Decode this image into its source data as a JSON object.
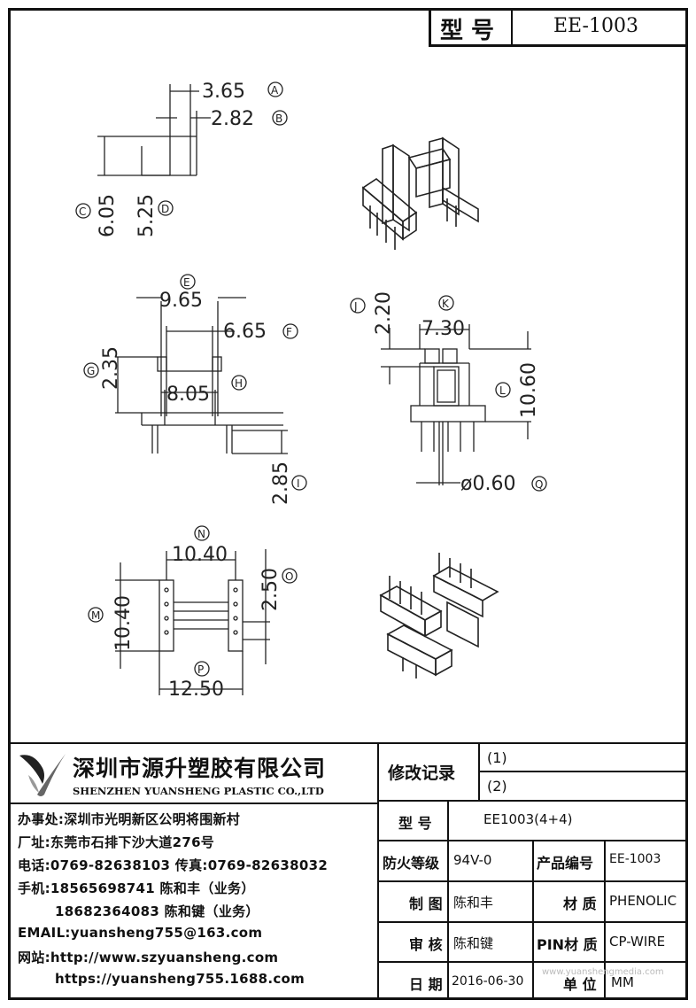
{
  "header": {
    "model_label": "型 号",
    "model_value": "EE-1003"
  },
  "dimensions": {
    "a": "3.65",
    "b": "2.82",
    "c": "6.05",
    "d": "5.25",
    "e": "9.65",
    "f": "6.65",
    "g": "2.35",
    "h": "8.05",
    "i": "2.85",
    "j": "2.20",
    "k": "7.30",
    "l": "10.60",
    "q": "ø0.60",
    "m": "10.40",
    "n": "10.40",
    "o": "2.50",
    "p": "12.50"
  },
  "markers": {
    "a": "A",
    "b": "B",
    "c": "C",
    "d": "D",
    "e": "E",
    "f": "F",
    "g": "G",
    "h": "H",
    "i": "I",
    "j": "J",
    "k": "K",
    "l": "L",
    "m": "M",
    "n": "N",
    "o": "O",
    "p": "P",
    "q": "Q"
  },
  "company": {
    "name_cn": "深圳市源升塑胶有限公司",
    "name_en": "SHENZHEN YUANSHENG PLASTIC CO.,LTD",
    "office": "办事处:深圳市光明新区公明将围新村",
    "factory": "厂址:东莞市石排下沙大道276号",
    "phone_fax": "电话:0769-82638103 传真:0769-82638032",
    "mobile1": "手机:18565698741 陈和丰（业务）",
    "mobile2": "18682364083 陈和键（业务）",
    "email": "EMAIL:yuansheng755@163.com",
    "website_label": "网站:http://www.szyuansheng.com",
    "website2": "https://yuansheng755.1688.com"
  },
  "revision": {
    "label": "修改记录",
    "row1": "(1)",
    "row2": "(2)"
  },
  "spec": {
    "model_label": "型 号",
    "model_value": "EE1003(4+4)",
    "fire_label": "防火等级",
    "fire_value": "94V-0",
    "product_no_label": "产品编号",
    "product_no_value": "EE-1003",
    "draw_label": "制 图",
    "draw_value": "陈和丰",
    "material_label": "材 质",
    "material_value": "PHENOLIC",
    "review_label": "审 核",
    "review_value": "陈和键",
    "pin_label": "PIN材 质",
    "pin_value": "CP-WIRE",
    "date_label": "日 期",
    "date_value": "2016-06-30",
    "unit_label": "单 位",
    "unit_value": "MM"
  },
  "watermark": "www.yuanshengmedia.com"
}
